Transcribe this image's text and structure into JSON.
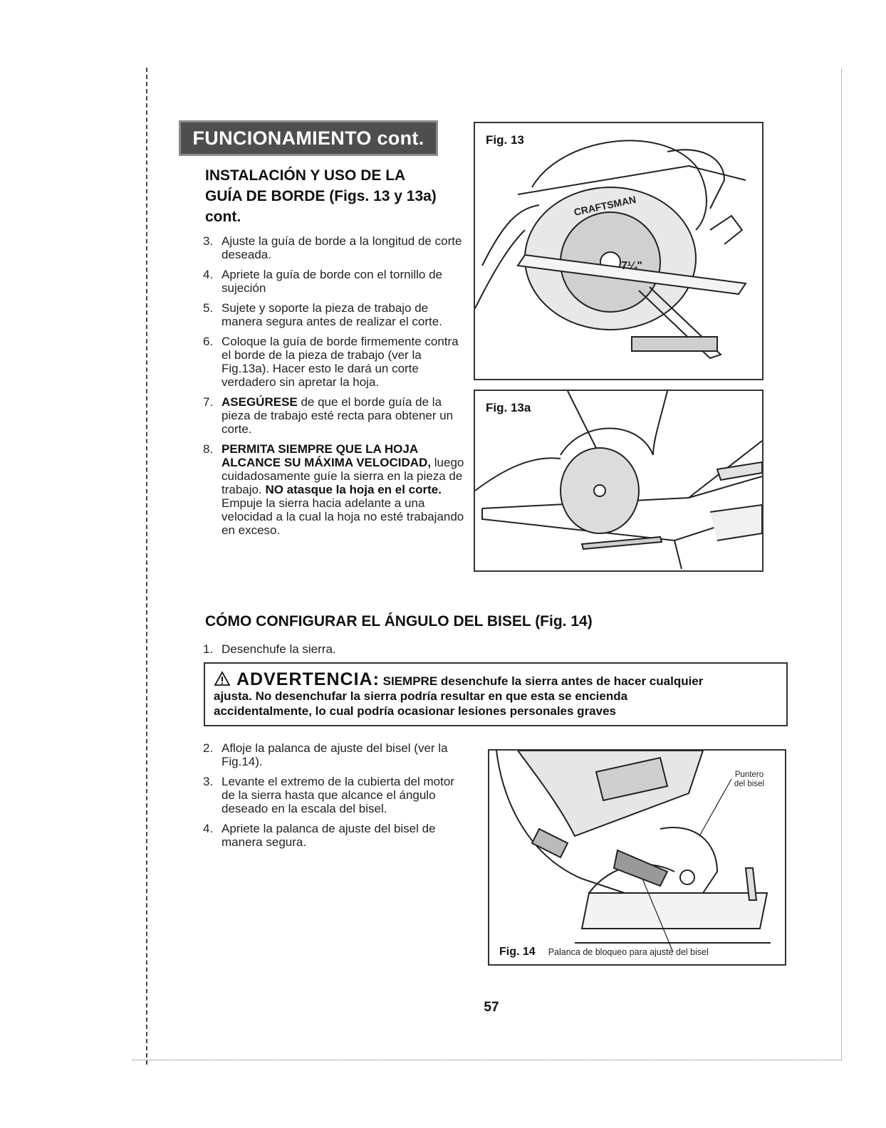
{
  "banner": "FUNCIONAMIENTO cont.",
  "section1": {
    "title_lines": [
      "INSTALACIÓN Y USO DE LA",
      "GUÍA DE BORDE (Figs. 13 y 13a)",
      "cont."
    ],
    "steps": [
      {
        "num": "3.",
        "text": "Ajuste la guía de borde a la longitud de corte deseada."
      },
      {
        "num": "4.",
        "text": "Apriete la guía de borde con el tornillo de sujeción"
      },
      {
        "num": "5.",
        "text": "Sujete y soporte la pieza de trabajo de manera segura antes de realizar el corte."
      },
      {
        "num": "6.",
        "text": "Coloque la guía de borde firmemente contra el borde de la pieza de trabajo (ver la Fig.13a). Hacer esto le dará un corte verdadero sin apretar la hoja."
      },
      {
        "num": "7.",
        "bold1": "ASEGÚRESE",
        "text": " de que el borde guía de la pieza de trabajo esté recta para obtener un corte."
      },
      {
        "num": "8.",
        "bold1": "PERMITA SIEMPRE QUE LA HOJA ALCANCE SU MÁXIMA VELOCIDAD,",
        "text": " luego cuidadosamente guíe la sierra en la pieza de trabajo. ",
        "bold2": "NO atasque la hoja en el corte.",
        "text2": " Empuje la sierra hacia adelante a una velocidad a la cual la hoja no esté trabajando en exceso."
      }
    ]
  },
  "section2": {
    "title": "CÓMO CONFIGURAR EL ÁNGULO DEL BISEL (Fig. 14)",
    "step1": {
      "num": "1.",
      "text": "Desenchufe la sierra."
    },
    "warning": {
      "label": "ADVERTENCIA:",
      "line1": "SIEMPRE desenchufe la sierra antes de hacer cualquier",
      "line2": "ajusta. No desenchufar la sierra podría resultar en que esta se encienda",
      "line3": "accidentalmente, lo cual podría ocasionar lesiones personales graves"
    },
    "steps": [
      {
        "num": "2.",
        "text": "Afloje la palanca de ajuste del bisel (ver la Fig.14)."
      },
      {
        "num": "3.",
        "text": "Levante el extremo de la cubierta del motor de la sierra hasta que alcance el ángulo deseado en la escala del bisel."
      },
      {
        "num": "4.",
        "text": "Apriete la palanca de ajuste del bisel de manera segura."
      }
    ]
  },
  "figures": {
    "fig13": {
      "label": "Fig. 13",
      "brand": "CRAFTSMAN",
      "size": "7¼\""
    },
    "fig13a": {
      "label": "Fig. 13a"
    },
    "fig14": {
      "label": "Fig. 14",
      "caption": "Palanca de bloqueo para ajuste del bisel",
      "callout_line1": "Puntero",
      "callout_line2": "del bisel"
    }
  },
  "page_number": "57"
}
